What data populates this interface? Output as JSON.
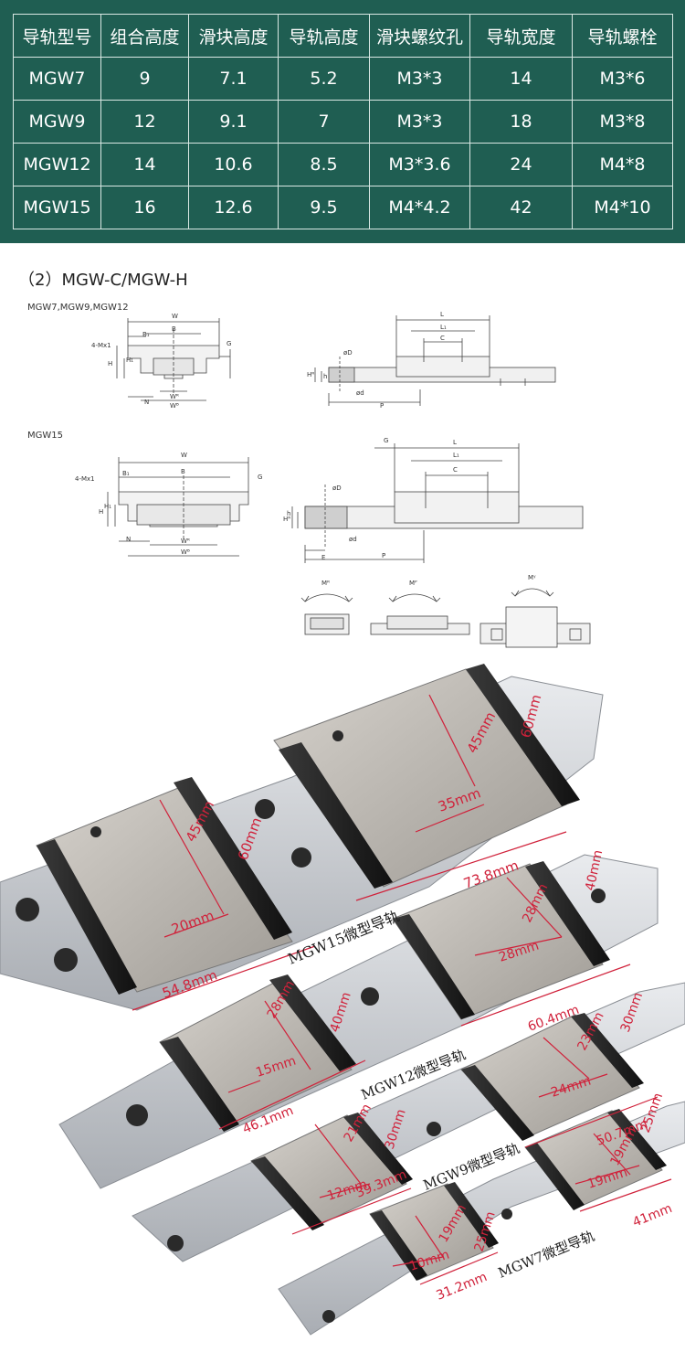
{
  "spec_table": {
    "headers": [
      "导轨型号",
      "组合高度",
      "滑块高度",
      "导轨高度",
      "滑块螺纹孔",
      "导轨宽度",
      "导轨螺栓"
    ],
    "rows": [
      [
        "MGW7",
        "9",
        "7.1",
        "5.2",
        "M3*3",
        "14",
        "M3*6"
      ],
      [
        "MGW9",
        "12",
        "9.1",
        "7",
        "M3*3",
        "18",
        "M3*8"
      ],
      [
        "MGW12",
        "14",
        "10.6",
        "8.5",
        "M3*3.6",
        "24",
        "M4*8"
      ],
      [
        "MGW15",
        "16",
        "12.6",
        "9.5",
        "M4*4.2",
        "42",
        "M4*10"
      ]
    ]
  },
  "section": {
    "title": "（2）MGW-C/MGW-H",
    "group1_label": "MGW7,MGW9,MGW12",
    "group2_label": "MGW15"
  },
  "drawing_labels": {
    "W": "W",
    "B": "B",
    "B1": "B₁",
    "G": "G",
    "mx": "4-Mx1",
    "H": "H",
    "H1": "H₁",
    "N": "N",
    "WB": "Wᴮ",
    "WR": "Wᴿ",
    "L": "L",
    "L1": "L₁",
    "C": "C",
    "D": "øD",
    "d": "ød",
    "h": "h",
    "HR": "Hᴿ",
    "P": "P",
    "E": "E",
    "MR": "Mᴿ",
    "MP": "Mᴾ",
    "MY": "Mᵞ"
  },
  "photo": {
    "models": [
      {
        "name": "MGW15微型导轨",
        "rail_width": "60mm",
        "hole_1": "45mm",
        "hole_2": "35mm",
        "hole_1b": "45mm",
        "hole_2b": "20mm",
        "length_long": "73.8mm",
        "length_short": "54.8mm",
        "rail_width_b": "60mm"
      },
      {
        "name": "MGW12微型导轨",
        "rail_width": "40mm",
        "hole_1": "28mm",
        "hole_2": "28mm",
        "hole_1b": "28mm",
        "hole_2b": "15mm",
        "length_long": "60.4mm",
        "length_short": "46.1mm",
        "rail_width_b": "40mm"
      },
      {
        "name": "MGW9微型导轨",
        "rail_width": "30mm",
        "hole_1": "23mm",
        "hole_2": "24mm",
        "hole_1b": "21mm",
        "hole_2b": "12mm",
        "length_long": "50.7mm",
        "length_short": "39.3mm",
        "rail_width_b": "30mm"
      },
      {
        "name": "MGW7微型导轨",
        "rail_width": "25mm",
        "hole_1": "19mm",
        "hole_2": "19mm",
        "hole_1b": "19mm",
        "hole_2b": "10mm",
        "length_long": "41mm",
        "length_short": "31.2mm",
        "rail_width_b": "25mm"
      }
    ]
  },
  "colors": {
    "table_bg": "#1f5e52",
    "dim_red": "#d0213a"
  }
}
